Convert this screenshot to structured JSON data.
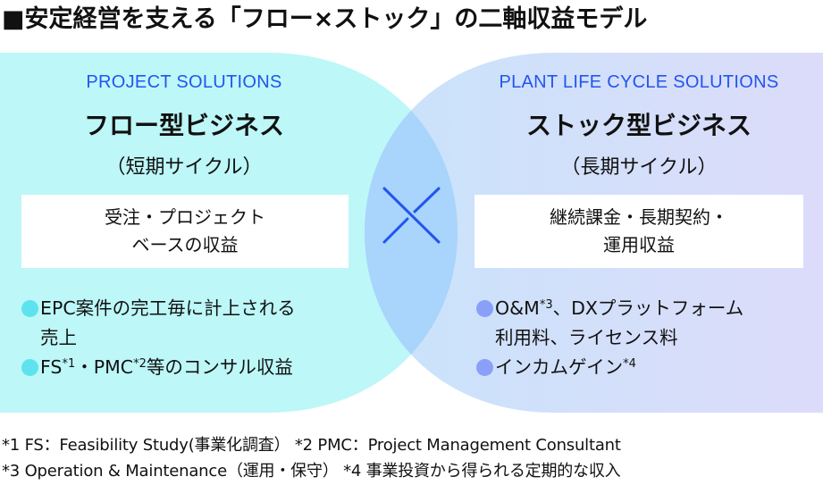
{
  "title": "■安定経営を支える「フロー×ストック」の二軸収益モデル",
  "colors": {
    "left_fill": "#bdf7f8",
    "right_fill_start": "#c9e3fb",
    "right_fill_end": "#dcdcfa",
    "overlap_fill": "#a9d4fb",
    "accent_blue": "#2255ee",
    "left_bullet": "#5ee3ee",
    "right_bullet": "#8aa0f8"
  },
  "cross_symbol": "×",
  "left": {
    "eng_label": "PROJECT SOLUTIONS",
    "title": "フロー型ビジネス",
    "subtitle": "（短期サイクル）",
    "box_lines": [
      "受注・プロジェクト",
      "ベースの収益"
    ],
    "bullets": [
      {
        "lines": [
          "EPC案件の完工毎に計上される",
          "売上"
        ]
      },
      {
        "parts": [
          "FS",
          "*1",
          "・PMC",
          "*2",
          "等のコンサル収益"
        ]
      }
    ]
  },
  "right": {
    "eng_label": "PLANT LIFE CYCLE SOLUTIONS",
    "title": "ストック型ビジネス",
    "subtitle": "（長期サイクル）",
    "box_lines": [
      "継続課金・長期契約・",
      "運用収益"
    ],
    "bullets": [
      {
        "parts": [
          "O&M",
          "*3",
          "、DXプラットフォーム"
        ],
        "cont": "利用料、ライセンス料"
      },
      {
        "parts": [
          "インカムゲイン",
          "*4"
        ]
      }
    ]
  },
  "footnotes": [
    "*1 FS：Feasibility Study(事業化調査）  *2 PMC：Project Management Consultant",
    "*3 Operation & Maintenance（運用・保守）  *4 事業投資から得られる定期的な収入"
  ]
}
